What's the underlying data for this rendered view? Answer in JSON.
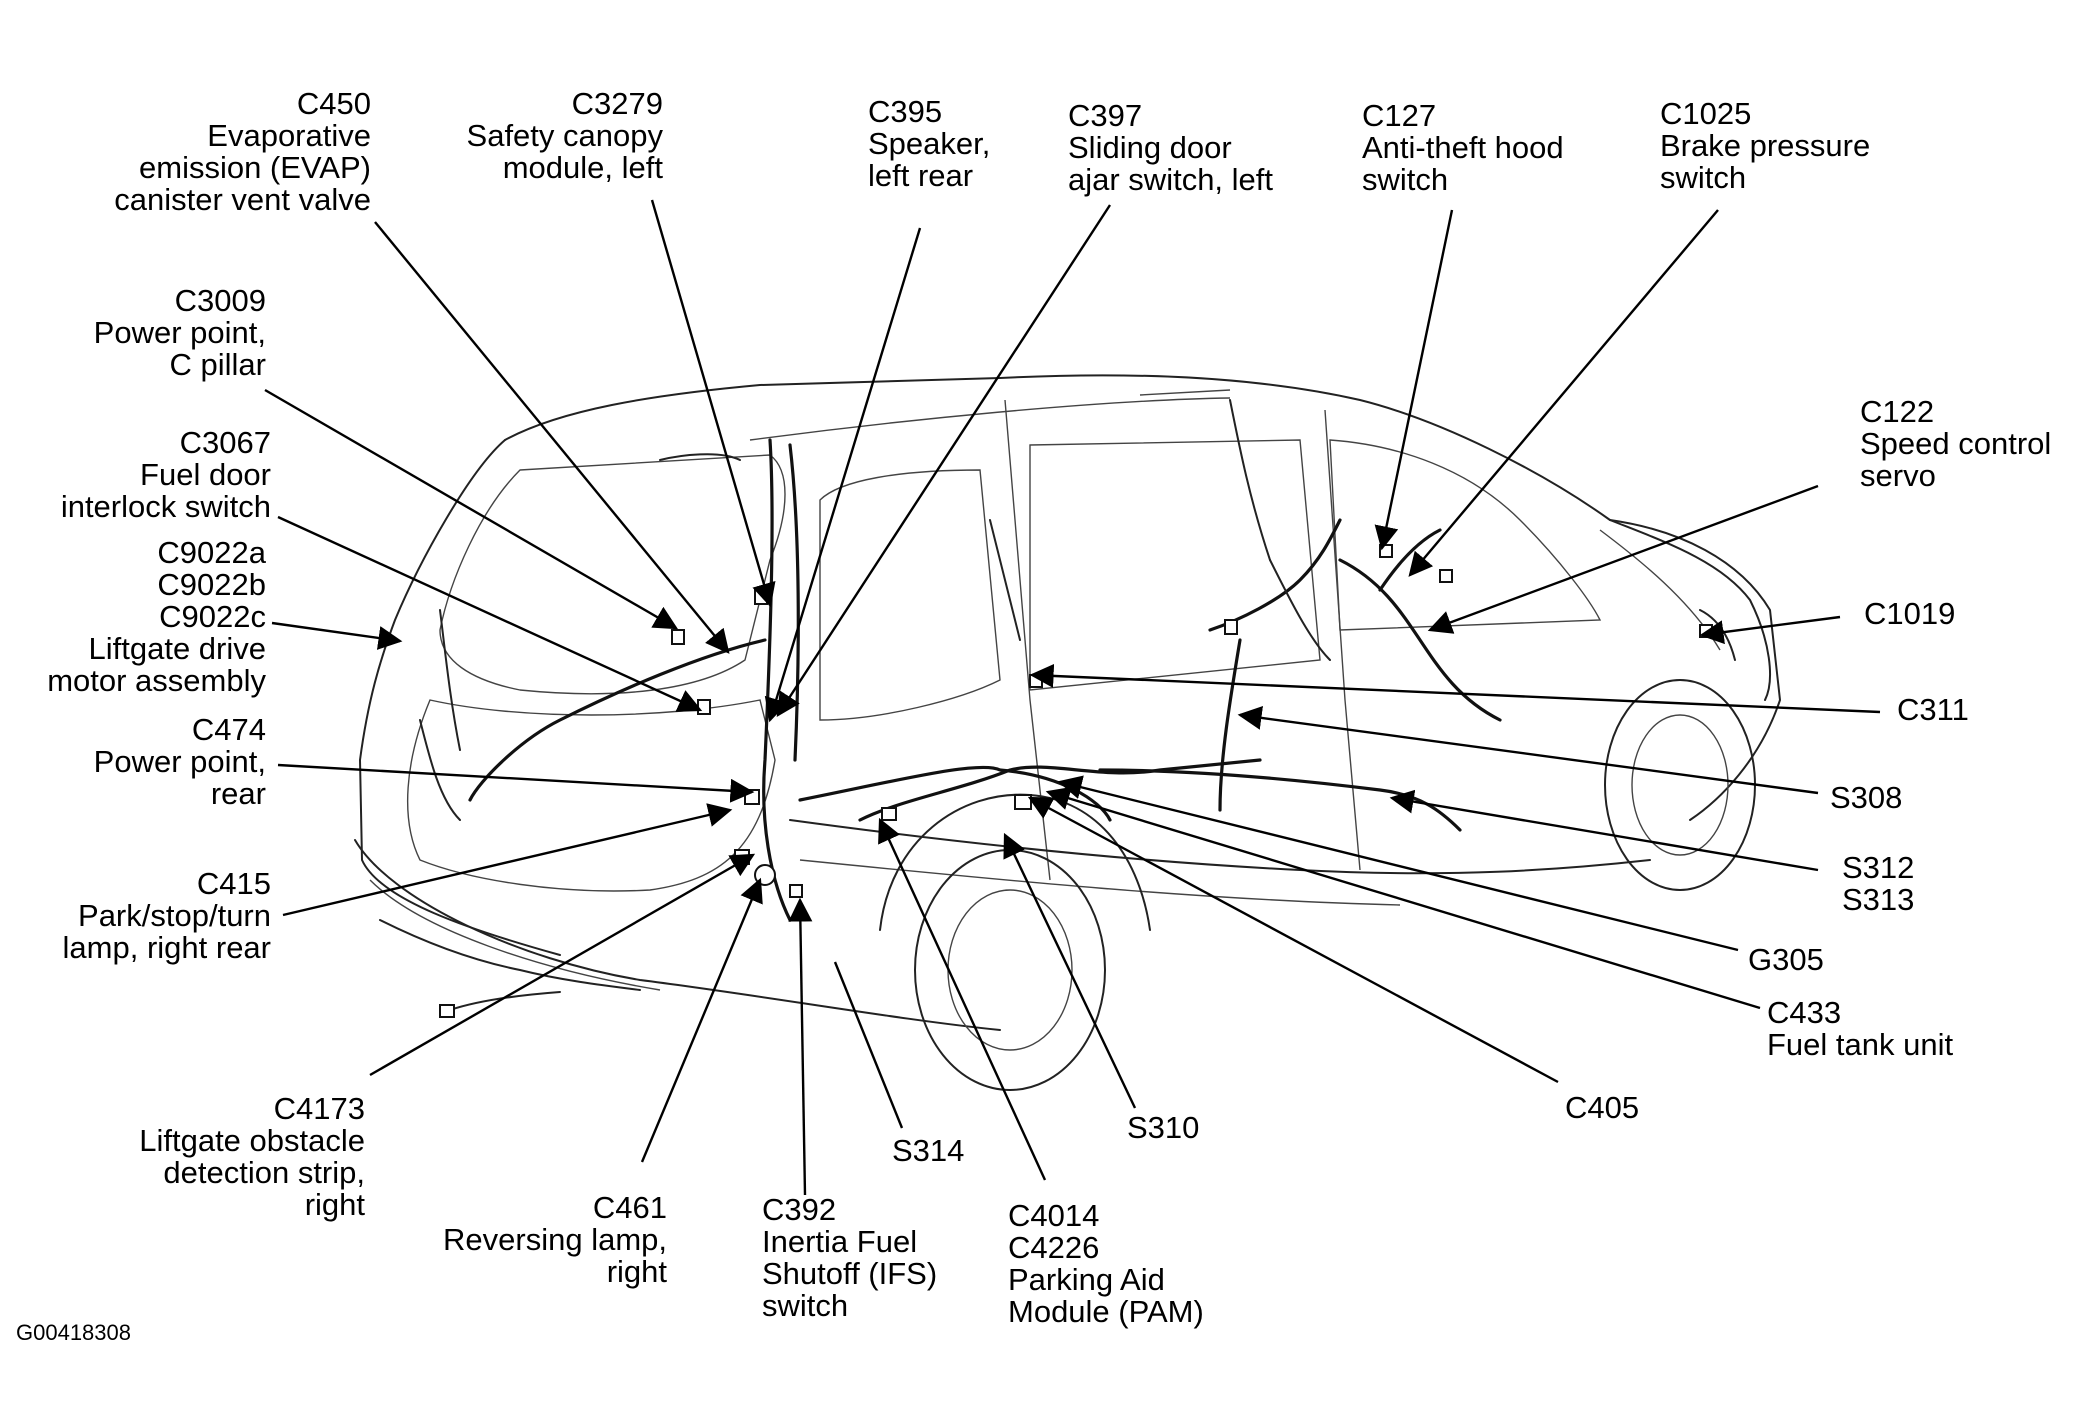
{
  "drawing_code": "G00418308",
  "labels": {
    "c450": [
      "C450",
      "Evaporative",
      "emission (EVAP)",
      "canister vent valve"
    ],
    "c3279": [
      "C3279",
      "Safety canopy",
      "module, left"
    ],
    "c395": [
      "C395",
      "Speaker,",
      "left rear"
    ],
    "c397": [
      "C397",
      "Sliding door",
      "ajar switch, left"
    ],
    "c127": [
      "C127",
      "Anti-theft hood",
      "switch"
    ],
    "c1025": [
      "C1025",
      "Brake pressure",
      "switch"
    ],
    "c3009": [
      "C3009",
      "Power point,",
      "C pillar"
    ],
    "c122": [
      "C122",
      "Speed control",
      "servo"
    ],
    "c3067": [
      "C3067",
      "Fuel door",
      "interlock switch"
    ],
    "c9022": [
      "C9022a",
      "C9022b",
      "C9022c",
      "Liftgate drive",
      "motor assembly"
    ],
    "c1019": [
      "C1019"
    ],
    "c311": [
      "C311"
    ],
    "c474": [
      "C474",
      "Power point,",
      "rear"
    ],
    "s308": [
      "S308"
    ],
    "s312": [
      "S312",
      "S313"
    ],
    "c415": [
      "C415",
      "Park/stop/turn",
      "lamp, right rear"
    ],
    "g305": [
      "G305"
    ],
    "c433": [
      "C433",
      "Fuel tank unit"
    ],
    "c405": [
      "C405"
    ],
    "c4173": [
      "C4173",
      "Liftgate obstacle",
      "detection strip,",
      "right"
    ],
    "s314": [
      "S314"
    ],
    "s310": [
      "S310"
    ],
    "c461": [
      "C461",
      "Reversing lamp,",
      "right"
    ],
    "c392": [
      "C392",
      "Inertia Fuel",
      "Shutoff (IFS)",
      "switch"
    ],
    "c4014": [
      "C4014",
      "C4226",
      "Parking Aid",
      "Module (PAM)"
    ]
  }
}
